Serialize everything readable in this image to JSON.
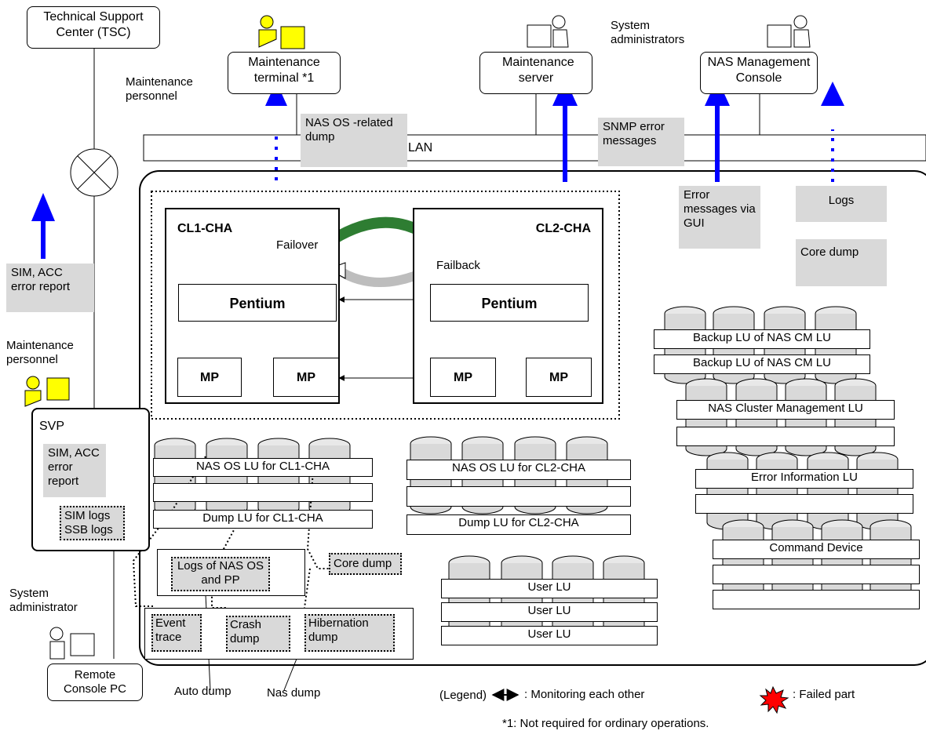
{
  "entities": {
    "tsc": "Technical Support Center (TSC)",
    "maint_terminal": "Maintenance terminal *1",
    "maint_server": "Maintenance server",
    "nas_console": "NAS Management Console",
    "remote_pc": "Remote Console PC",
    "svp": "SVP"
  },
  "people": {
    "maint_personnel_top": "Maintenance personnel",
    "sys_admins": "System administrators",
    "maint_personnel_left": "Maintenance personnel",
    "sys_admin_bottom": "System administrator"
  },
  "network": {
    "lan": "LAN"
  },
  "notes": {
    "nas_os_dump": "NAS OS -related dump",
    "snmp": "SNMP error messages",
    "error_gui": "Error messages via GUI",
    "logs": "Logs",
    "core_dump_right": "Core dump",
    "sim_acc_report": "SIM, ACC error report",
    "svp_sim_acc": "SIM, ACC error report",
    "sim_logs": "SIM logs",
    "ssb_logs": "SSB logs"
  },
  "cluster": {
    "cl1": "CL1-CHA",
    "cl2": "CL2-CHA",
    "failover": "Failover",
    "failback": "Failback",
    "pentium": "Pentium",
    "mp": "MP"
  },
  "lus": {
    "nas_os_cl1": "NAS OS LU for CL1-CHA",
    "dump_cl1": "Dump LU for CL1-CHA",
    "nas_os_cl2": "NAS OS LU for CL2-CHA",
    "dump_cl2": "Dump LU for CL2-CHA",
    "user_lu": "User LU",
    "backup_cm": "Backup LU of NAS CM LU",
    "cluster_mgmt": "NAS Cluster Management LU",
    "error_info": "Error Information LU",
    "command_device": "Command Device"
  },
  "dumps": {
    "logs_nas_os": "Logs of NAS OS and PP",
    "core_dump": "Core dump",
    "event_trace": "Event trace",
    "crash_dump": "Crash dump",
    "hibernation_dump": "Hibernation dump",
    "auto_dump": "Auto dump",
    "nas_dump": "Nas dump"
  },
  "legend": {
    "label": "(Legend)",
    "monitoring": ": Monitoring each other",
    "failed": ": Failed part",
    "footnote": "*1: Not required for ordinary operations."
  },
  "colors": {
    "arrow_blue": "#0000ff",
    "note_gray": "#d9d9d9",
    "failover_green": "#2e7d32",
    "failed_red": "#ff0000",
    "person_yellow": "#ffff00"
  }
}
